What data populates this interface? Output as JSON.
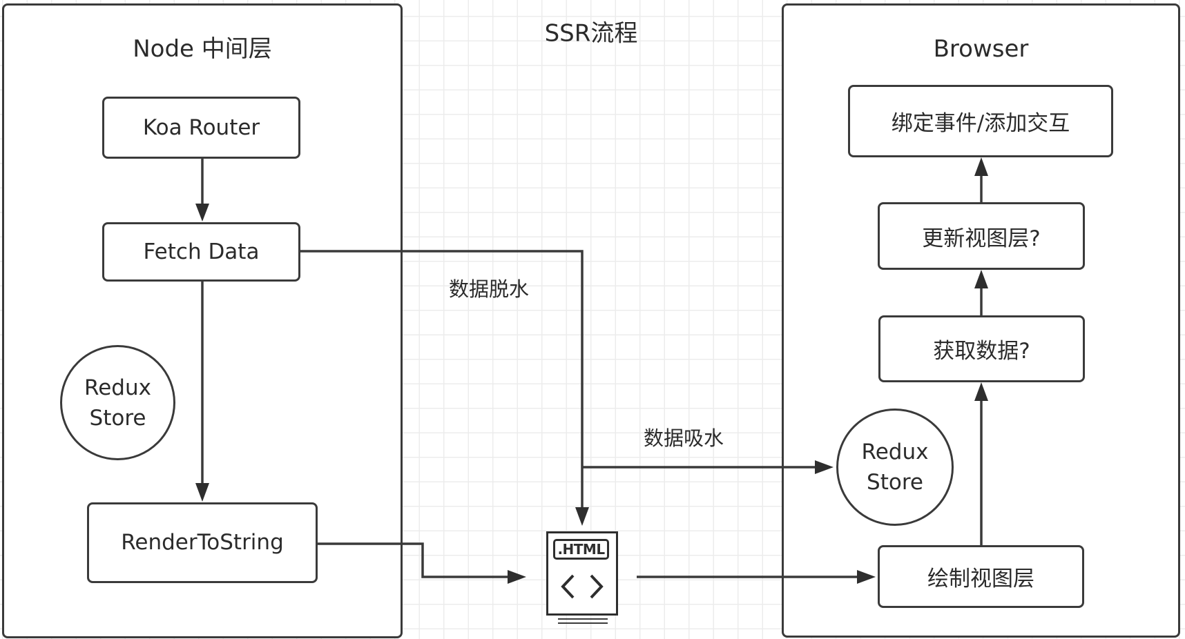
{
  "title": "SSR流程",
  "node_panel": {
    "title": "Node 中间层",
    "koa_router": "Koa Router",
    "fetch_data": "Fetch Data",
    "redux_store": [
      "Redux",
      "Store"
    ],
    "render_to_string": "RenderToString"
  },
  "middle": {
    "dehydrate_label": "数据脱水",
    "hydrate_label": "数据吸水",
    "html_file_tag": ".HTML",
    "html_file_icon": "html-file-code-icon"
  },
  "browser_panel": {
    "title": "Browser",
    "bind_events": "绑定事件/添加交互",
    "update_view": "更新视图层?",
    "fetch_data_q": "获取数据?",
    "redux_store": [
      "Redux",
      "Store"
    ],
    "render_view": "绘制视图层"
  },
  "colors": {
    "stroke": "#3a3a3a",
    "text": "#2b2b2b",
    "grid": "#ececec",
    "background": "#ffffff"
  }
}
